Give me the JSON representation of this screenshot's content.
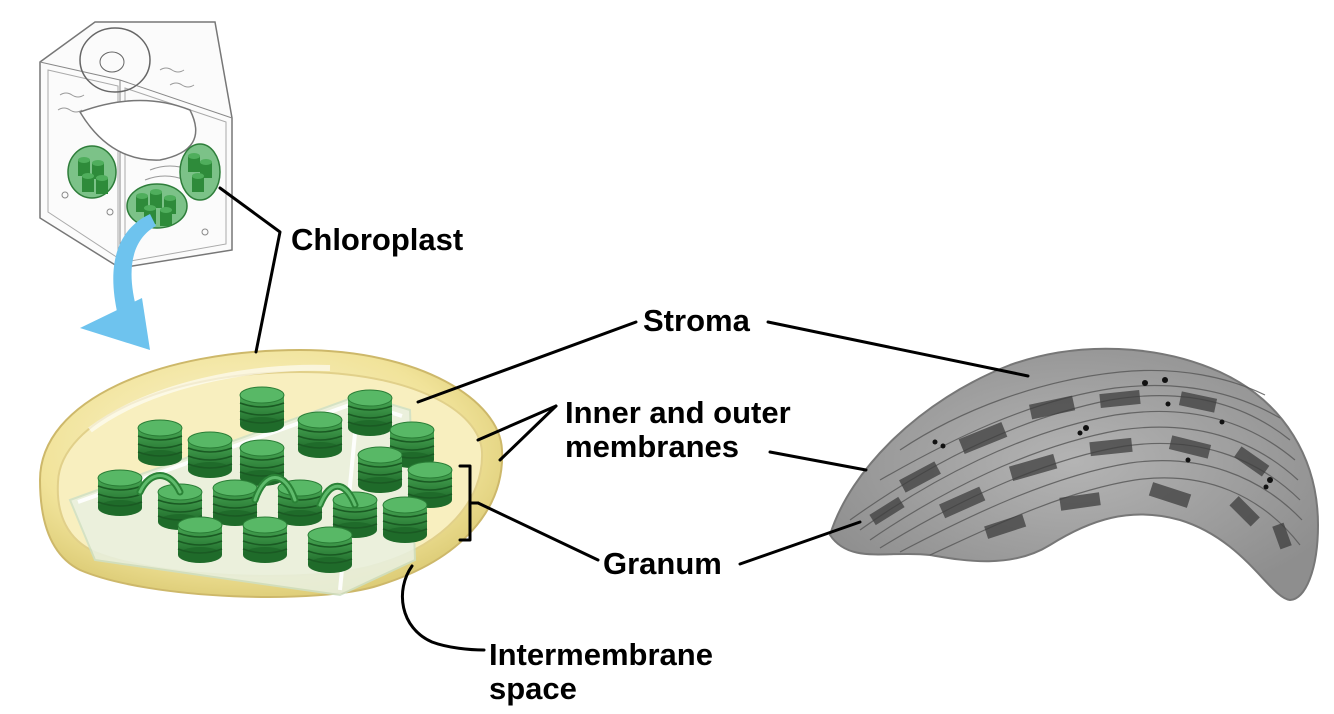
{
  "labels": {
    "chloroplast": "Chloroplast",
    "stroma": "Stroma",
    "membranes_line1": "Inner and outer",
    "membranes_line2": "membranes",
    "granum": "Granum",
    "intermembrane_line1": "Intermembrane",
    "intermembrane_line2": "space"
  },
  "colors": {
    "granum_green": "#2e8b3a",
    "granum_dark": "#1f6b2a",
    "envelope_yellow": "#f3e6a0",
    "arrow_blue": "#6ec3ee",
    "micrograph_gray": "#a8a8a8",
    "leader_line": "#000000"
  },
  "icons": {
    "cell_sketch": "plant-cell-icon",
    "transfer_arrow": "curved-arrow-icon",
    "cutaway": "chloroplast-cutaway-illustration",
    "micrograph": "chloroplast-micrograph"
  }
}
